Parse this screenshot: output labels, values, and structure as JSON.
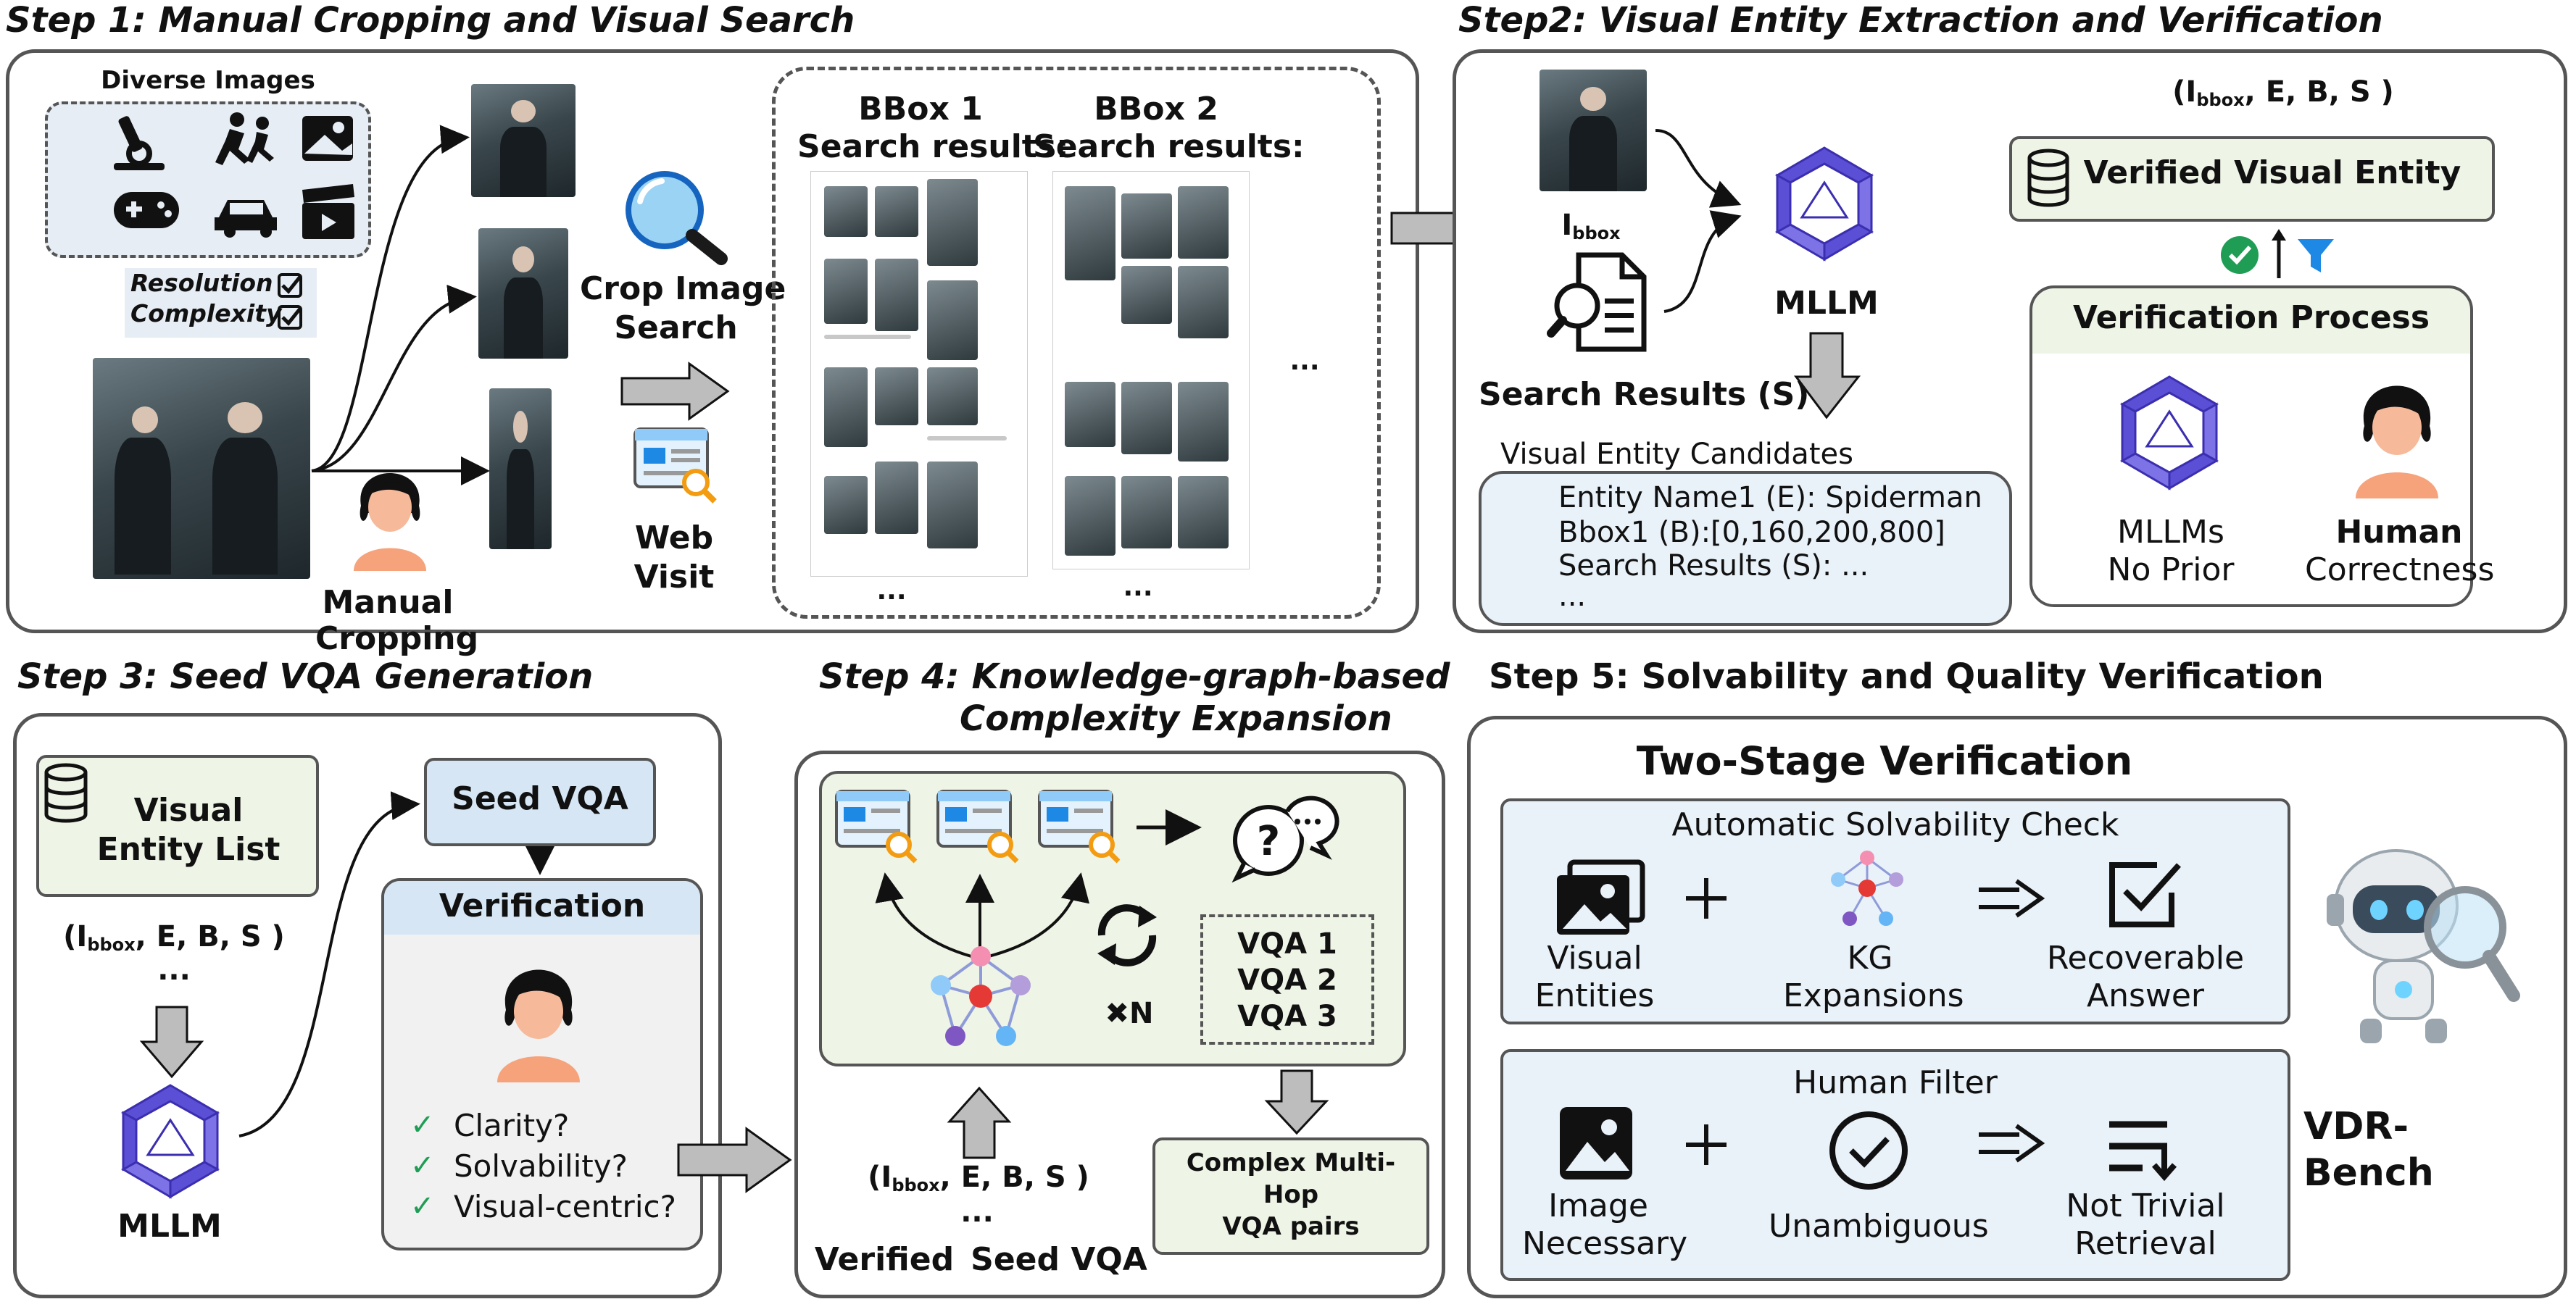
{
  "step1": {
    "title": "Step 1: Manual Cropping and Visual Search",
    "diverse_images": "Diverse Images",
    "resolution": "Resolution",
    "complexity": "Complexity",
    "crop_line1": "Crop Image",
    "crop_line2": "Search",
    "web_line1": "Web",
    "web_line2": "Visit",
    "manual_line1": "Manual",
    "manual_line2": "Cropping",
    "bbox1_line1": "BBox 1",
    "bbox1_line2": "Search results:",
    "bbox2_line1": "BBox 2",
    "bbox2_line2": "Search results:",
    "ellipsis": "...",
    "icons": [
      "microscope-icon",
      "runners-icon",
      "landscape-icon",
      "gamepad-icon",
      "car-icon",
      "clapperboard-icon"
    ]
  },
  "step2": {
    "title": "Step2: Visual Entity Extraction and Verification",
    "i_bbox": "I",
    "i_bbox_sub": "bbox",
    "search_results": "Search Results (S)",
    "mllm": "MLLM",
    "candidates_title": "Visual Entity Candidates",
    "candidates": [
      "Entity Name1 (E): Spiderman",
      "Bbox1 (B):[0,160,200,800]",
      "Search Results (S): ...",
      "..."
    ],
    "tuple_open": "(I",
    "tuple_sub": "bbox",
    "tuple_rest": ", E, B, S )",
    "verified_entity": "Verified Visual Entity",
    "verification_process": "Verification Process",
    "mllms_line1": "MLLMs",
    "mllms_line2": "No Prior",
    "human_line1": "Human",
    "human_line2": "Correctness"
  },
  "step3": {
    "title": "Step 3: Seed VQA Generation",
    "entity_list_line1": "Visual",
    "entity_list_line2": "Entity List",
    "tuple_open": "(I",
    "tuple_sub": "bbox",
    "tuple_rest": ", E, B, S )",
    "dots": "...",
    "mllm": "MLLM",
    "seed_vqa": "Seed VQA",
    "verification": "Verification",
    "checks": [
      "Clarity?",
      "Solvability?",
      "Visual-centric?"
    ],
    "check_mark": "✓"
  },
  "step4": {
    "title_line1": "Step 4: Knowledge-graph-based",
    "title_line2": "Complexity Expansion",
    "vqa_items": [
      "VQA 1",
      "VQA 2",
      "VQA 3"
    ],
    "times_n": "✖N",
    "tuple_open": "(I",
    "tuple_sub": "bbox",
    "tuple_rest": ", E, B, S )",
    "dots": "...",
    "verified": "Verified",
    "seed_vqa": "Seed VQA",
    "complex_line1": "Complex Multi-",
    "complex_line2": "Hop",
    "complex_line3": "VQA pairs"
  },
  "step5": {
    "title": "Step 5: Solvability and Quality Verification",
    "two_stage": "Two-Stage Verification",
    "auto_check": "Automatic Solvability Check",
    "visual_entities_line1": "Visual",
    "visual_entities_line2": "Entities",
    "kg_line1": "KG",
    "kg_line2": "Expansions",
    "recoverable_line1": "Recoverable",
    "recoverable_line2": "Answer",
    "human_filter": "Human Filter",
    "image_nec_line1": "Image",
    "image_nec_line2": "Necessary",
    "unambiguous": "Unambiguous",
    "not_trivial_line1": "Not Trivial",
    "not_trivial_line2": "Retrieval",
    "vdr_line1": "VDR-",
    "vdr_line2": "Bench"
  },
  "colors": {
    "panel_border": "#555555",
    "green_box": "#eef5e6",
    "blue_box": "#e9f1f9",
    "mllm_logo": "#5b4fd6",
    "person_skin": "#f6b99a",
    "check_green": "#1f9d55",
    "filter_blue": "#1e88e5"
  }
}
